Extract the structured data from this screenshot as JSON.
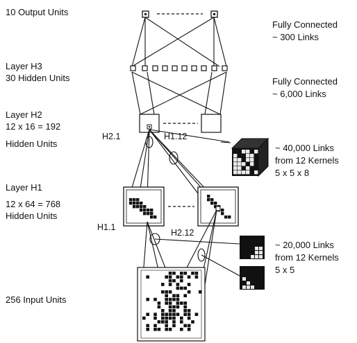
{
  "left_labels": {
    "output": "10 Output Units",
    "h3_title": "Layer H3",
    "h3_units": "30 Hidden Units",
    "h2_title": "Layer H2",
    "h2_size": "12 x 16 = 192",
    "h2_units": "Hidden Units",
    "h1_title": "Layer H1",
    "h1_size": "12 x 64 = 768",
    "h1_units": "Hidden Units",
    "input": "256 Input Units"
  },
  "right_labels": {
    "fc1_title": "Fully Connected",
    "fc1_links": "~ 300 Links",
    "fc2_title": "Fully Connected",
    "fc2_links": "~ 6,000 Links",
    "k1_links": "~ 40,000 Links",
    "k1_from": "from 12 Kernels",
    "k1_size": "5 x 5 x 8",
    "k2_links": "~ 20,000 Links",
    "k2_from": "from 12 Kernels",
    "k2_size": "5 x 5"
  },
  "map_labels": {
    "h2_1": "H2.1",
    "h1_12": "H1.12",
    "h1_1": "H1.1",
    "h2_12": "H2.12"
  },
  "colors": {
    "ink": "#111111",
    "background": "#ffffff"
  }
}
